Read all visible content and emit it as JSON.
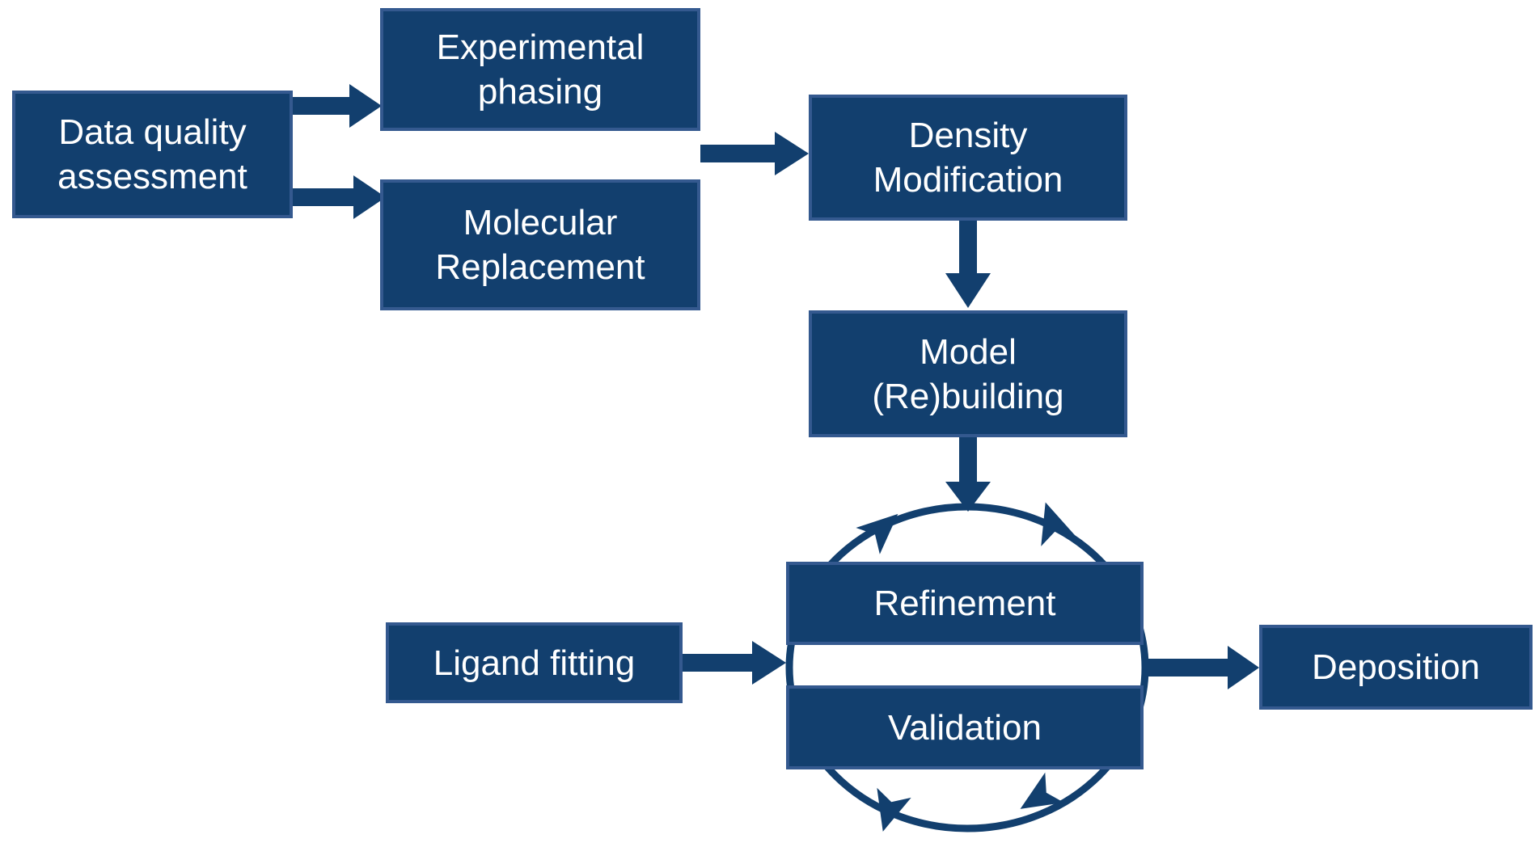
{
  "diagram": {
    "description": "Crystallography structure-solution workflow flowchart",
    "nodes": [
      {
        "id": "data-quality-assessment",
        "label": "Data quality\nassessment"
      },
      {
        "id": "experimental-phasing",
        "label": "Experimental\nphasing"
      },
      {
        "id": "molecular-replacement",
        "label": "Molecular\nReplacement"
      },
      {
        "id": "density-modification",
        "label": "Density\nModification"
      },
      {
        "id": "model-rebuilding",
        "label": "Model\n(Re)building"
      },
      {
        "id": "refinement",
        "label": "Refinement"
      },
      {
        "id": "validation",
        "label": "Validation"
      },
      {
        "id": "ligand-fitting",
        "label": "Ligand fitting"
      },
      {
        "id": "deposition",
        "label": "Deposition"
      }
    ],
    "edges": [
      "Data quality assessment -> Experimental phasing",
      "Data quality assessment -> Molecular Replacement",
      "Experimental phasing / Molecular Replacement -> Density Modification",
      "Density Modification -> Model (Re)building",
      "Model (Re)building -> Refinement/Validation cycle",
      "Ligand fitting -> Refinement/Validation cycle",
      "Refinement <-> Validation (circular cycle arrows)",
      "Refinement/Validation cycle -> Deposition"
    ],
    "colors": {
      "node_fill": "#123f6e",
      "node_border": "#34598f",
      "arrow": "#123f6e",
      "text": "#ffffff",
      "background": "#ffffff"
    }
  }
}
